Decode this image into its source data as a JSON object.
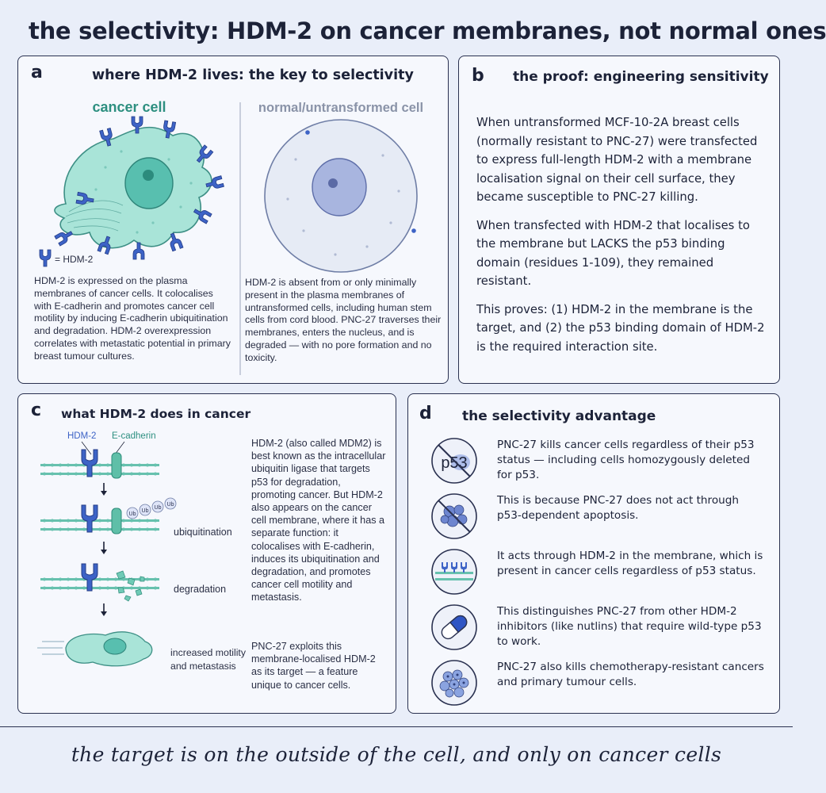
{
  "title": "the selectivity: HDM-2 on cancer membranes, not normal ones",
  "panel_a": {
    "letter": "a",
    "title": "where HDM-2 lives: the key to selectivity",
    "cancer_label": "cancer cell",
    "normal_label": "normal/untransformed cell",
    "legend": "= HDM-2",
    "cancer_text": "HDM-2 is expressed on the plasma membranes of cancer cells. It colocalises with E-cadherin and promotes cancer cell motility by inducing E-cadherin ubiquitination and degradation. HDM-2 overexpression correlates with metastatic potential in primary breast tumour cultures.",
    "normal_text": "HDM-2 is absent from or only minimally present in the plasma membranes of untransformed cells, including human stem cells from cord blood. PNC-27 traverses their membranes, enters the nucleus, and is degraded — with no pore formation and no toxicity."
  },
  "panel_b": {
    "letter": "b",
    "title": "the proof: engineering sensitivity",
    "paragraphs": [
      "When untransformed MCF-10-2A breast cells (normally resistant to PNC-27) were transfected to express full-length HDM-2 with a membrane localisation signal on their cell surface, they became susceptible to PNC-27 killing.",
      "When transfected with HDM-2 that localises to the membrane but LACKS the p53 binding domain (residues 1-109), they remained resistant.",
      "This proves: (1) HDM-2 in the membrane is the target, and (2) the p53 binding domain of HDM-2 is the required interaction site."
    ]
  },
  "panel_c": {
    "letter": "c",
    "title": "what HDM-2 does in cancer",
    "label_hdm2": "HDM-2",
    "label_ecad": "E-cadherin",
    "ub": "Ub",
    "step_ubiquitination": "ubiquitination",
    "step_degradation": "degradation",
    "step_motility": "increased motility\nand metastasis",
    "text1": "HDM-2 (also called MDM2) is best known as the intracellular ubiquitin ligase that targets p53 for degradation, promoting cancer. But HDM-2 also appears on the cancer cell membrane, where it has a separate function: it colocalises with E-cadherin, induces its ubiquitination and degradation, and promotes cancer cell motility and metastasis.",
    "text2": "PNC-27 exploits this membrane-localised HDM-2 as its target — a feature unique to cancer cells."
  },
  "panel_d": {
    "letter": "d",
    "title": "the selectivity advantage",
    "p53_label": "p53",
    "items": [
      {
        "icon": "crossed-p53-icon",
        "text": "PNC-27 kills cancer cells regardless of their p53 status — including cells homozygously deleted for p53."
      },
      {
        "icon": "crossed-apoptosis-icon",
        "text": "This is because PNC-27 does not act through p53-dependent apoptosis."
      },
      {
        "icon": "membrane-hdm2-icon",
        "text": "It acts through HDM-2 in the membrane, which is present in cancer cells regardless of p53 status."
      },
      {
        "icon": "capsule-icon",
        "text": "This distinguishes PNC-27 from other HDM-2 inhibitors (like nutlins) that require wild-type p53 to work."
      },
      {
        "icon": "cell-cluster-icon",
        "text": "PNC-27 also kills chemotherapy-resistant cancers and primary tumour cells."
      }
    ]
  },
  "footer": "the target is on the outside of the cell, and only on cancer cells",
  "colors": {
    "hdm2_blue": "#3d63c6",
    "cancer_teal": "#8fdccd",
    "cancer_label": "#2d8f80",
    "normal_label": "#8a93a8",
    "outline": "#2a3150"
  }
}
